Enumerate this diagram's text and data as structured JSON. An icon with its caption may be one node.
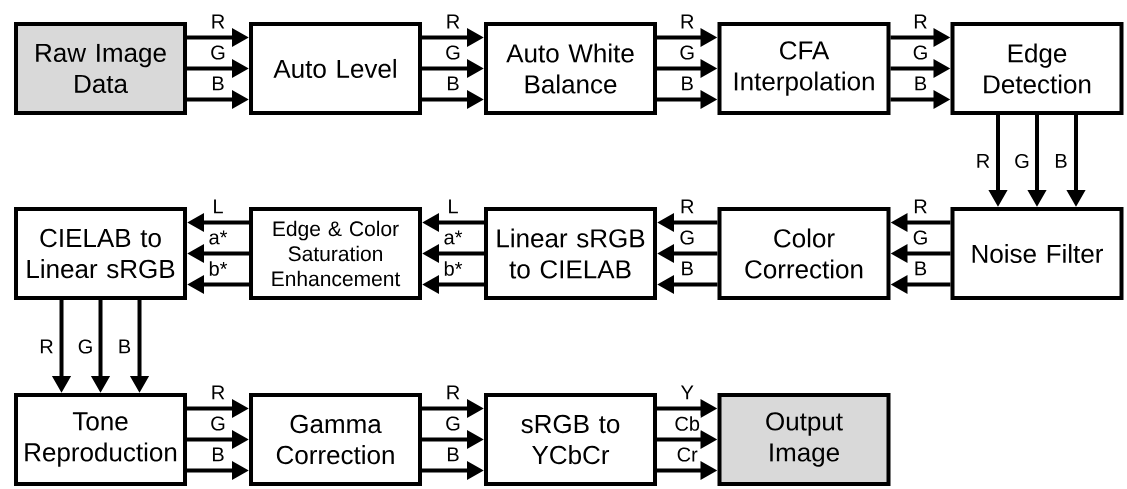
{
  "diagram": {
    "nodes": [
      {
        "text": [
          "Raw Image Data"
        ]
      },
      {
        "text": [
          "Auto Level"
        ]
      },
      {
        "text": [
          "Auto White Balance"
        ]
      },
      {
        "text": [
          "CFA Interpolation"
        ]
      },
      {
        "text": [
          "Edge Detection"
        ]
      },
      {
        "text": [
          "CIELAB to Linear sRGB"
        ]
      },
      {
        "text": [
          "Edge & Color Saturation Enhancement"
        ]
      },
      {
        "text": [
          "Linear sRGB to CIELAB"
        ]
      },
      {
        "text": [
          "Color Correction"
        ]
      },
      {
        "text": [
          "Noise Filter"
        ]
      },
      {
        "text": [
          "Tone Reproduction"
        ]
      },
      {
        "text": [
          "Gamma Correction"
        ]
      },
      {
        "text": [
          "sRGB to YCbCr"
        ]
      },
      {
        "text": [
          "Output Image"
        ]
      }
    ],
    "edges": [
      {
        "from": 0,
        "to": 1,
        "arrow": "to",
        "label": "R"
      },
      {
        "from": 0,
        "to": 1,
        "arrow": "to",
        "label": "G"
      },
      {
        "from": 0,
        "to": 1,
        "arrow": "to",
        "label": "B"
      },
      {
        "from": 1,
        "to": 2,
        "arrow": "to",
        "label": "R"
      },
      {
        "from": 1,
        "to": 2,
        "arrow": "to",
        "label": "G"
      },
      {
        "from": 1,
        "to": 2,
        "arrow": "to",
        "label": "B"
      },
      {
        "from": 2,
        "to": 3,
        "arrow": "to",
        "label": "R"
      },
      {
        "from": 2,
        "to": 3,
        "arrow": "to",
        "label": "G"
      },
      {
        "from": 2,
        "to": 3,
        "arrow": "to",
        "label": "B"
      },
      {
        "from": 3,
        "to": 4,
        "arrow": "to",
        "label": "R"
      },
      {
        "from": 3,
        "to": 4,
        "arrow": "to",
        "label": "G"
      },
      {
        "from": 3,
        "to": 4,
        "arrow": "to",
        "label": "B"
      },
      {
        "from": 4,
        "to": 9,
        "arrow": "to",
        "label": "R"
      },
      {
        "from": 4,
        "to": 9,
        "arrow": "to",
        "label": "G"
      },
      {
        "from": 4,
        "to": 9,
        "arrow": "to",
        "label": "B"
      },
      {
        "from": 9,
        "to": 8,
        "arrow": "to",
        "label": "R"
      },
      {
        "from": 9,
        "to": 8,
        "arrow": "to",
        "label": "G"
      },
      {
        "from": 9,
        "to": 8,
        "arrow": "to",
        "label": "B"
      },
      {
        "from": 8,
        "to": 7,
        "arrow": "to",
        "label": "R"
      },
      {
        "from": 8,
        "to": 7,
        "arrow": "to",
        "label": "G"
      },
      {
        "from": 8,
        "to": 7,
        "arrow": "to",
        "label": "B"
      },
      {
        "from": 7,
        "to": 6,
        "arrow": "to",
        "label": "L"
      },
      {
        "from": 7,
        "to": 6,
        "arrow": "to",
        "label": "a*"
      },
      {
        "from": 7,
        "to": 6,
        "arrow": "to",
        "label": "b*"
      },
      {
        "from": 6,
        "to": 5,
        "arrow": "to",
        "label": "L"
      },
      {
        "from": 6,
        "to": 5,
        "arrow": "to",
        "label": "a*"
      },
      {
        "from": 6,
        "to": 5,
        "arrow": "to",
        "label": "b*"
      },
      {
        "from": 5,
        "to": 10,
        "arrow": "to",
        "label": "R"
      },
      {
        "from": 5,
        "to": 10,
        "arrow": "to",
        "label": "G"
      },
      {
        "from": 5,
        "to": 10,
        "arrow": "to",
        "label": "B"
      },
      {
        "from": 10,
        "to": 11,
        "arrow": "to",
        "label": "R"
      },
      {
        "from": 10,
        "to": 11,
        "arrow": "to",
        "label": "G"
      },
      {
        "from": 10,
        "to": 11,
        "arrow": "to",
        "label": "B"
      },
      {
        "from": 11,
        "to": 12,
        "arrow": "to",
        "label": "R"
      },
      {
        "from": 11,
        "to": 12,
        "arrow": "to",
        "label": "G"
      },
      {
        "from": 11,
        "to": 12,
        "arrow": "to",
        "label": "B"
      },
      {
        "from": 12,
        "to": 13,
        "arrow": "to",
        "label": "Y"
      },
      {
        "from": 12,
        "to": 13,
        "arrow": "to",
        "label": "Cb"
      },
      {
        "from": 12,
        "to": 13,
        "arrow": "to",
        "label": "Cr"
      }
    ]
  }
}
